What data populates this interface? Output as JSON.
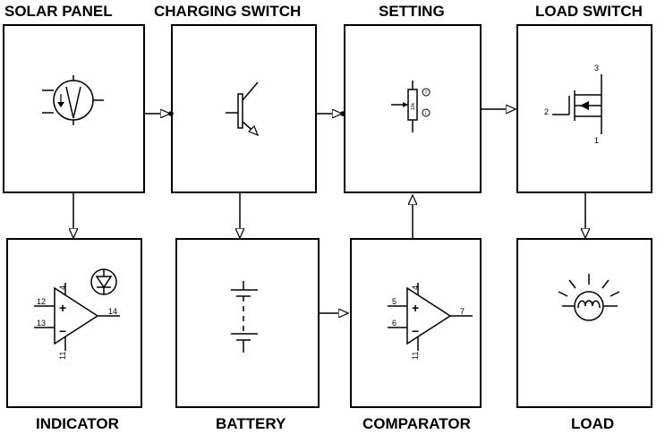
{
  "blocks": {
    "solar_panel": {
      "title": "SOLAR PANEL"
    },
    "charging_switch": {
      "title": "CHARGING SWITCH"
    },
    "setting": {
      "title": "SETTING",
      "knob_t": "T",
      "knob_l": "L",
      "resistor_label": "10k"
    },
    "load_switch": {
      "title": "LOAD SWITCH",
      "pins": [
        "3",
        "2",
        "1"
      ]
    },
    "indicator": {
      "title": "INDICATOR",
      "pins": [
        "4",
        "12",
        "13",
        "14",
        "11"
      ],
      "plus": "+",
      "minus": "−"
    },
    "battery": {
      "title": "BATTERY"
    },
    "comparator": {
      "title": "COMPARATOR",
      "pins": [
        "4",
        "5",
        "6",
        "7",
        "11"
      ],
      "plus": "+",
      "minus": "−"
    },
    "load": {
      "title": "LOAD"
    }
  }
}
